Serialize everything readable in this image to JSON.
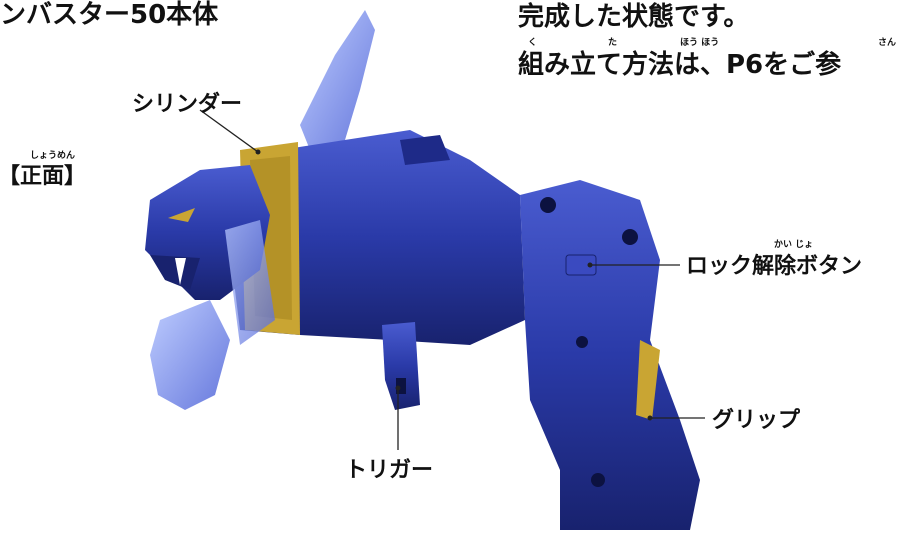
{
  "header": {
    "left_title": "ンバスター50本体",
    "right_line1": "完成した状態です。",
    "right_line2": "組み立て方法は、P6をご参"
  },
  "ruby": {
    "kumi": "く",
    "tate": "た",
    "houhou": "ほう ほう",
    "san": "さん",
    "shoumen": "しょうめん",
    "kaijo": "かい じょ"
  },
  "view_label": "【正面】",
  "callouts": {
    "cylinder": "シリンダー",
    "trigger": "トリガー",
    "lock_release": "ロック解除ボタン",
    "grip": "グリップ"
  },
  "colors": {
    "toy_blue": "#2a3aa8",
    "toy_dark": "#18226e",
    "toy_light": "#5b6fd8",
    "accent_gold": "#c9a533",
    "clear_blue": "#8fa6ee"
  }
}
